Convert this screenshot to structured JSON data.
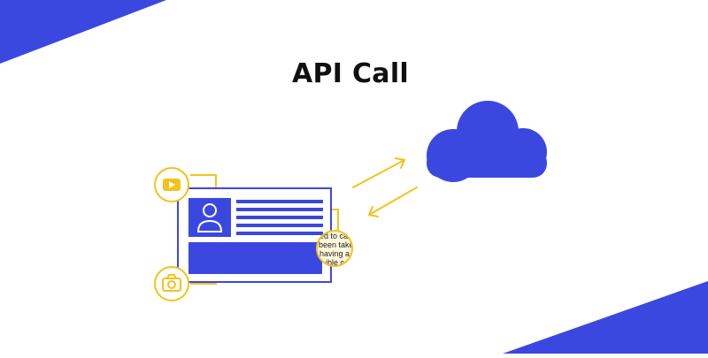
{
  "title": "API Call",
  "colors": {
    "accent_blue": "#3b48e0",
    "accent_yellow": "#f5c21b",
    "background": "#ffffff"
  },
  "icons": [
    "youtube-icon",
    "camera-icon",
    "user-icon",
    "cloud-icon",
    "magnifier-lens"
  ],
  "lens_text": [
    "ed to call",
    "been taken",
    "having a f",
    "ible c"
  ]
}
